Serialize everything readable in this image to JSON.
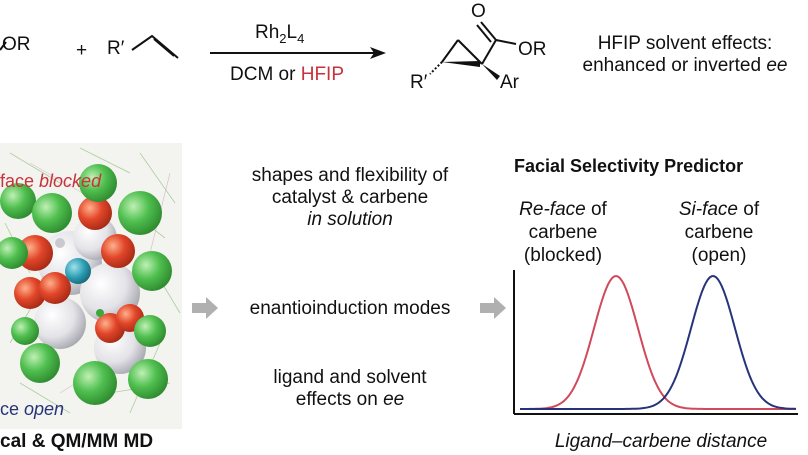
{
  "reaction": {
    "reactant1_fragment": "OR",
    "plus": "+",
    "reactant2_label": "R′",
    "catalyst": "Rh",
    "catalyst_sub1": "2",
    "catalyst_mid": "L",
    "catalyst_sub2": "4",
    "solvent_prefix": "DCM or ",
    "solvent_highlight": "HFIP",
    "product_o": "O",
    "product_or": "OR",
    "product_r": "R′",
    "product_ar": "Ar"
  },
  "hfip_note": {
    "line1": "HFIP solvent effects:",
    "line2_prefix": "enhanced or inverted ",
    "line2_ee": "ee"
  },
  "md_panel": {
    "top_label_plain": "face ",
    "top_label_italic": "blocked",
    "bottom_label_plain": "ce ",
    "bottom_label_italic": "open",
    "caption": "cal & QM/MM MD"
  },
  "middle": {
    "item1_line1": "shapes and flexibility of",
    "item1_line2": "catalyst & carbene",
    "item1_line3": "in solution",
    "item2": "enantioinduction modes",
    "item3_line1": "ligand and solvent",
    "item3_line2_prefix": "effects on ",
    "item3_line2_ee": "ee"
  },
  "predictor": {
    "title": "Facial Selectivity Predictor",
    "re_line1_italic": "Re-face",
    "re_line1_plain": " of",
    "re_line2": "carbene",
    "re_line3": "(blocked)",
    "si_line1_italic": "Si-face",
    "si_line1_plain": " of",
    "si_line2": "carbene",
    "si_line3": "(open)",
    "xlabel": "Ligand–carbene distance"
  },
  "colors": {
    "accent_red": "#c8323c",
    "navy": "#27347a",
    "arrow_gray": "#b0b0b0",
    "sphere_green": "#4fbf4f",
    "sphere_red": "#e2462a",
    "sphere_white": "#e9e9ee",
    "sphere_teal": "#2a9ab0"
  },
  "icons": [
    "right-arrow-icon",
    "right-arrow-icon",
    "reaction-arrow-icon"
  ]
}
